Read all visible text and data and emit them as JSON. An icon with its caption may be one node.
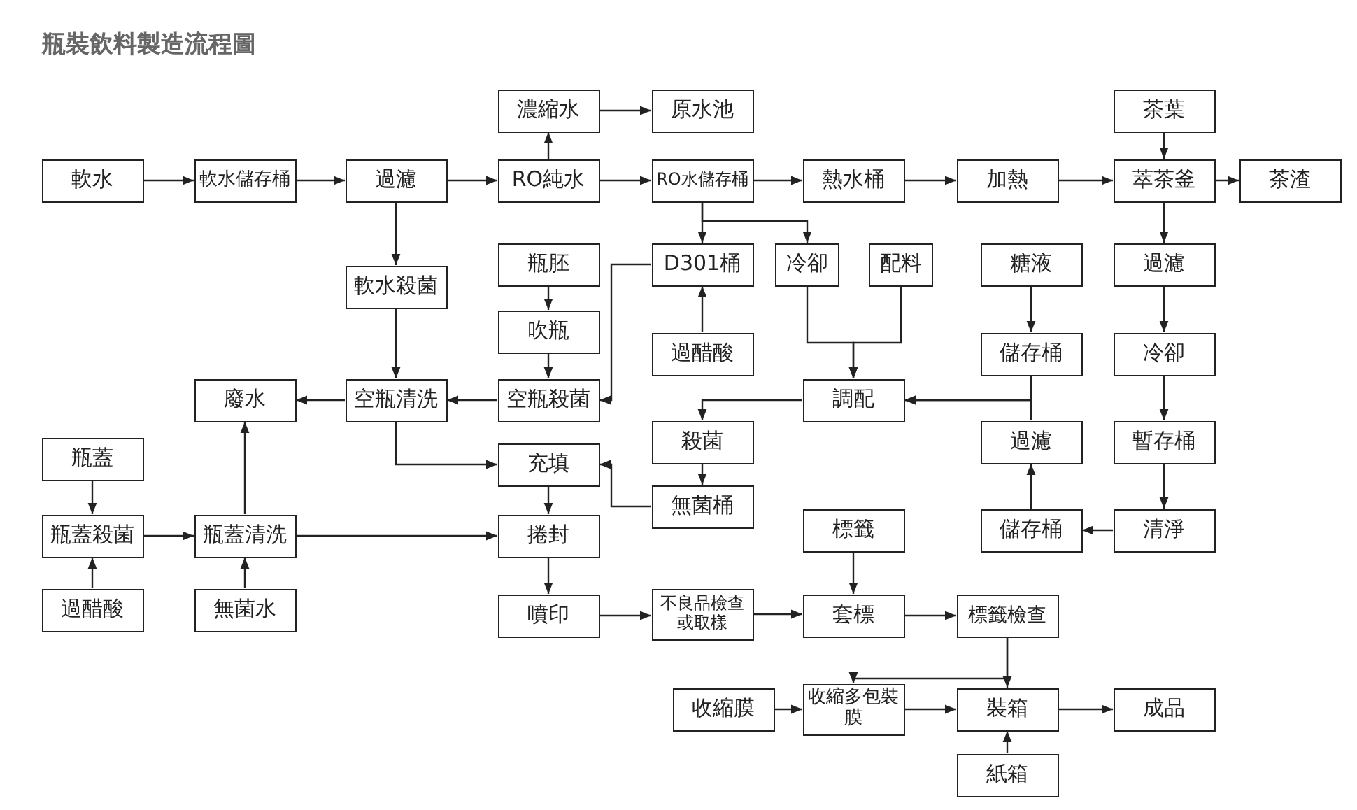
{
  "diagram": {
    "title": "瓶裝飲料製造流程圖",
    "nodes": [
      {
        "text": [
          "濃縮水"
        ]
      },
      {
        "text": [
          "原水池"
        ]
      },
      {
        "text": [
          "茶葉"
        ]
      },
      {
        "text": [
          "軟水"
        ]
      },
      {
        "text": [
          "軟水儲存桶"
        ]
      },
      {
        "text": [
          "過濾"
        ]
      },
      {
        "text": [
          "RO純水"
        ]
      },
      {
        "text": [
          "RO水儲存桶"
        ]
      },
      {
        "text": [
          "熱水桶"
        ]
      },
      {
        "text": [
          "加熱"
        ]
      },
      {
        "text": [
          "萃茶釜"
        ]
      },
      {
        "text": [
          "茶渣"
        ]
      },
      {
        "text": [
          "軟水殺菌"
        ]
      },
      {
        "text": [
          "瓶胚"
        ]
      },
      {
        "text": [
          "D301桶"
        ]
      },
      {
        "text": [
          "冷卻"
        ]
      },
      {
        "text": [
          "配料"
        ]
      },
      {
        "text": [
          "糖液"
        ]
      },
      {
        "text": [
          "過濾"
        ]
      },
      {
        "text": [
          "吹瓶"
        ]
      },
      {
        "text": [
          "過醋酸"
        ]
      },
      {
        "text": [
          "儲存桶"
        ]
      },
      {
        "text": [
          "冷卻"
        ]
      },
      {
        "text": [
          "廢水"
        ]
      },
      {
        "text": [
          "空瓶清洗"
        ]
      },
      {
        "text": [
          "空瓶殺菌"
        ]
      },
      {
        "text": [
          "調配"
        ]
      },
      {
        "text": [
          "瓶蓋"
        ]
      },
      {
        "text": [
          "殺菌"
        ]
      },
      {
        "text": [
          "過濾"
        ]
      },
      {
        "text": [
          "暫存桶"
        ]
      },
      {
        "text": [
          "充填"
        ]
      },
      {
        "text": [
          "無菌桶"
        ]
      },
      {
        "text": [
          "瓶蓋殺菌"
        ]
      },
      {
        "text": [
          "瓶蓋清洗"
        ]
      },
      {
        "text": [
          "捲封"
        ]
      },
      {
        "text": [
          "標籤"
        ]
      },
      {
        "text": [
          "儲存桶"
        ]
      },
      {
        "text": [
          "清淨"
        ]
      },
      {
        "text": [
          "過醋酸"
        ]
      },
      {
        "text": [
          "無菌水"
        ]
      },
      {
        "text": [
          "噴印"
        ]
      },
      {
        "text": [
          "不良品檢查或取樣"
        ]
      },
      {
        "text": [
          "套標"
        ]
      },
      {
        "text": [
          "標籤檢查"
        ]
      },
      {
        "text": [
          "收縮膜"
        ]
      },
      {
        "text": [
          "收縮多包裝膜"
        ]
      },
      {
        "text": [
          "裝箱"
        ]
      },
      {
        "text": [
          "成品"
        ]
      },
      {
        "text": [
          "紙箱"
        ]
      }
    ],
    "edges": [
      {
        "from": 3,
        "to": 4,
        "arrow": "to"
      },
      {
        "from": 4,
        "to": 5,
        "arrow": "to"
      },
      {
        "from": 5,
        "to": 6,
        "arrow": "to"
      },
      {
        "from": 6,
        "to": 0,
        "arrow": "to"
      },
      {
        "from": 0,
        "to": 1,
        "arrow": "to"
      },
      {
        "from": 6,
        "to": 7,
        "arrow": "to"
      },
      {
        "from": 7,
        "to": 8,
        "arrow": "to"
      },
      {
        "from": 8,
        "to": 9,
        "arrow": "to"
      },
      {
        "from": 9,
        "to": 10,
        "arrow": "to"
      },
      {
        "from": 2,
        "to": 10,
        "arrow": "to"
      },
      {
        "from": 10,
        "to": 11,
        "arrow": "to"
      },
      {
        "from": 5,
        "to": 12,
        "arrow": "to"
      },
      {
        "from": 7,
        "to": 14,
        "arrow": "to"
      },
      {
        "from": 7,
        "to": 15,
        "arrow": "to"
      },
      {
        "from": 20,
        "to": 14,
        "arrow": "to"
      },
      {
        "from": 14,
        "to": 25,
        "arrow": "to"
      },
      {
        "from": 13,
        "to": 19,
        "arrow": "to"
      },
      {
        "from": 19,
        "to": 25,
        "arrow": "to"
      },
      {
        "from": 25,
        "to": 24,
        "arrow": "to"
      },
      {
        "from": 12,
        "to": 24,
        "arrow": "to"
      },
      {
        "from": 24,
        "to": 23,
        "arrow": "to"
      },
      {
        "from": 24,
        "to": 31,
        "arrow": "to"
      },
      {
        "from": 15,
        "to": 26,
        "arrow": "to"
      },
      {
        "from": 16,
        "to": 26,
        "arrow": "to"
      },
      {
        "from": 17,
        "to": 21,
        "arrow": "to"
      },
      {
        "from": 21,
        "to": 26,
        "arrow": "to"
      },
      {
        "from": 29,
        "to": 26,
        "arrow": "to"
      },
      {
        "from": 26,
        "to": 28,
        "arrow": "to"
      },
      {
        "from": 28,
        "to": 32,
        "arrow": "to"
      },
      {
        "from": 32,
        "to": 31,
        "arrow": "to"
      },
      {
        "from": 31,
        "to": 35,
        "arrow": "to"
      },
      {
        "from": 10,
        "to": 18,
        "arrow": "to"
      },
      {
        "from": 18,
        "to": 22,
        "arrow": "to"
      },
      {
        "from": 22,
        "to": 30,
        "arrow": "to"
      },
      {
        "from": 30,
        "to": 38,
        "arrow": "to"
      },
      {
        "from": 38,
        "to": 37,
        "arrow": "to"
      },
      {
        "from": 37,
        "to": 29,
        "arrow": "to"
      },
      {
        "from": 27,
        "to": 33,
        "arrow": "to"
      },
      {
        "from": 39,
        "to": 33,
        "arrow": "to"
      },
      {
        "from": 33,
        "to": 34,
        "arrow": "to"
      },
      {
        "from": 40,
        "to": 34,
        "arrow": "to"
      },
      {
        "from": 34,
        "to": 23,
        "arrow": "to"
      },
      {
        "from": 34,
        "to": 35,
        "arrow": "to"
      },
      {
        "from": 35,
        "to": 41,
        "arrow": "to"
      },
      {
        "from": 41,
        "to": 42,
        "arrow": "to"
      },
      {
        "from": 42,
        "to": 43,
        "arrow": "to"
      },
      {
        "from": 36,
        "to": 43,
        "arrow": "to"
      },
      {
        "from": 43,
        "to": 44,
        "arrow": "to"
      },
      {
        "from": 44,
        "to": 46,
        "arrow": "to"
      },
      {
        "from": 44,
        "to": 47,
        "arrow": "to"
      },
      {
        "from": 45,
        "to": 46,
        "arrow": "to"
      },
      {
        "from": 46,
        "to": 47,
        "arrow": "to"
      },
      {
        "from": 49,
        "to": 47,
        "arrow": "to"
      },
      {
        "from": 47,
        "to": 48,
        "arrow": "to"
      }
    ]
  }
}
